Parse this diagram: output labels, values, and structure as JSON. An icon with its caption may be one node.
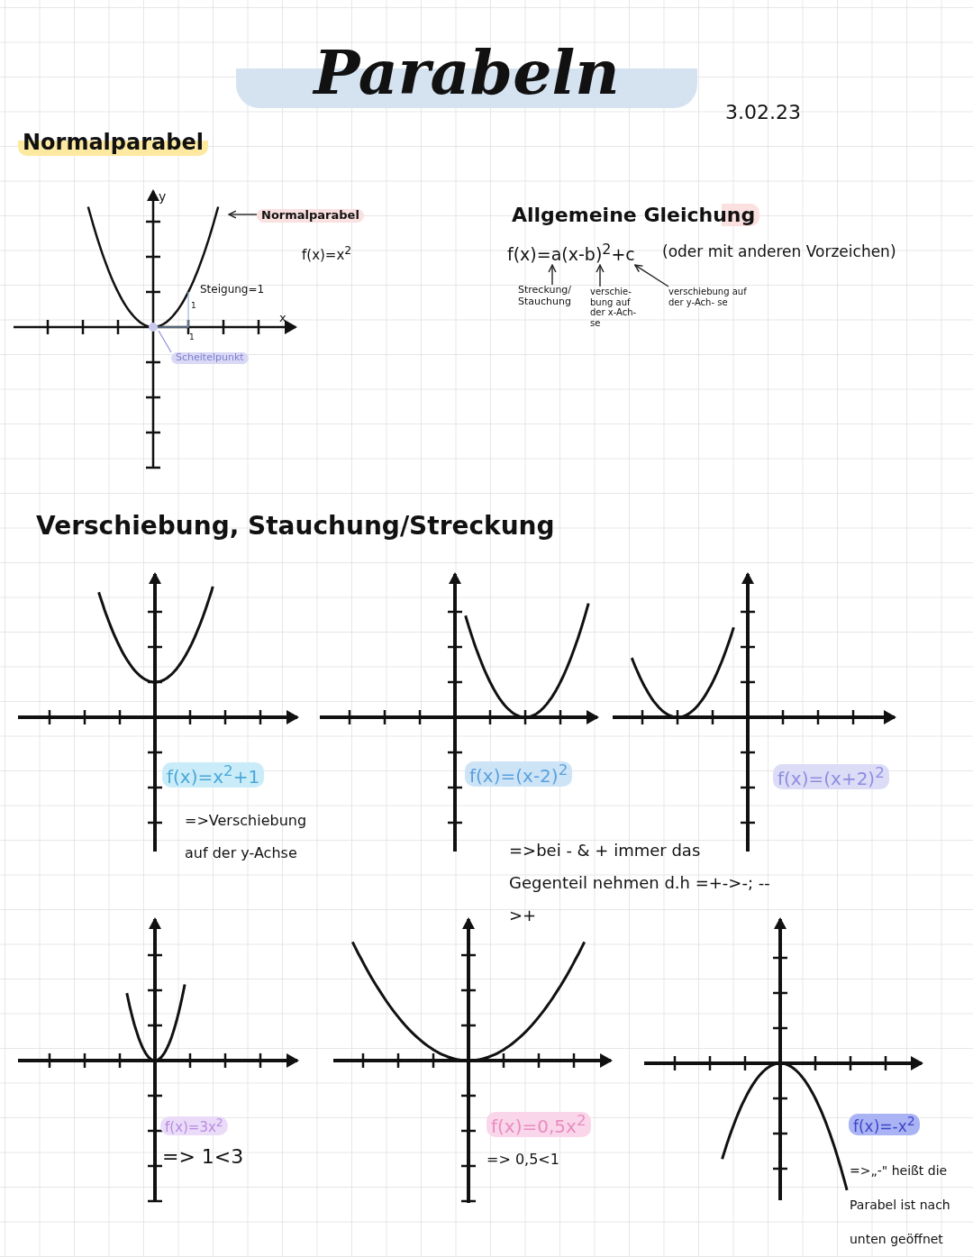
{
  "diagram": {
    "title": "Parabeln",
    "nodes": [
      {
        "text": [
          "Normalparabel"
        ]
      },
      {
        "text": [
          "Scheitelpunkt"
        ]
      },
      {
        "text": [
          "Streckung/ Stauchung"
        ]
      },
      {
        "text": [
          "verschie- bung auf der x-Ach- se"
        ]
      },
      {
        "text": [
          "verschiebung auf der y-Ach- se"
        ]
      },
      {
        "text": [
          "f(x)=a(x-b)$^{2}$+c"
        ]
      }
    ],
    "edges": [
      {
        "from": 0,
        "to": null,
        "arrow": "to"
      },
      {
        "from": 1,
        "to": null,
        "arrow": "none",
        "color": "#9a9ae0"
      },
      {
        "from": 2,
        "to": 5,
        "arrow": "to"
      },
      {
        "from": 3,
        "to": 5,
        "arrow": "to"
      },
      {
        "from": 4,
        "to": 5,
        "arrow": "to"
      }
    ],
    "labels": [
      "Normalparabel",
      "3.02.23",
      "y",
      "x",
      "1",
      "1",
      "Steigung=1",
      "f(x)=x$^{2}$",
      "Allgemeine Gleichung",
      "(oder mit anderen Vorzeichen)",
      "Verschiebung, Stauchung/Streckung",
      "f(x)=x$^{2}$+1",
      "=>Verschiebung auf der y-Achse",
      "f(x)=(x-2)$^{2}$",
      "f(x)=(x+2)$^{2}$",
      "=>bei - & + immer das Gegenteil nehmen d.h =+->-; -->+",
      "f(x)=3x$^{2}$",
      "=> 1<3",
      "f(x)=0,5x$^{2}$",
      "=> 0,5<1",
      "f(x)=-x$^{2}$",
      "=>„-\" heißt die Parabel ist nach unten geöffnet"
    ]
  }
}
